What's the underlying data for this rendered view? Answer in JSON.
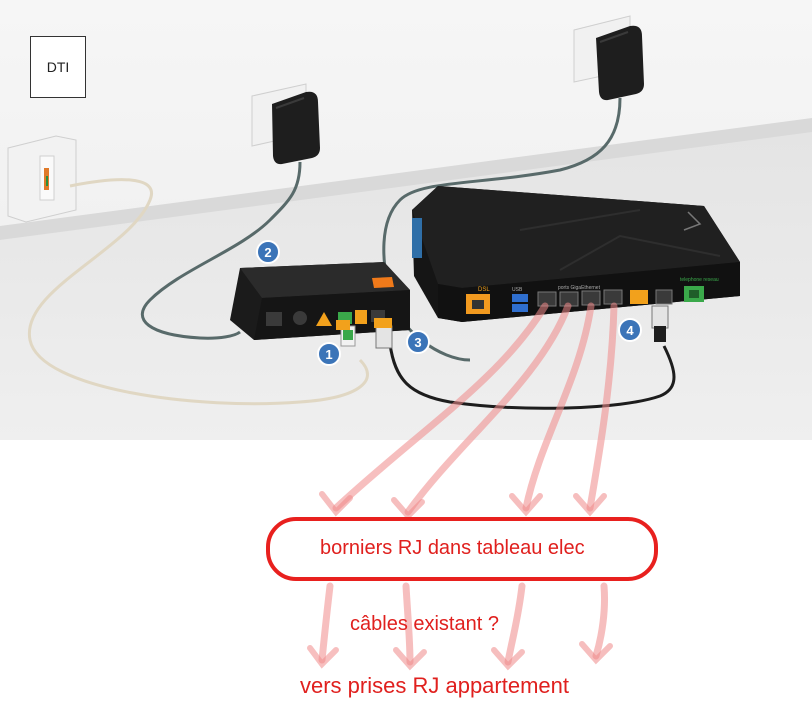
{
  "labels": {
    "dti": "DTI",
    "borniers": "borniers RJ dans tableau elec",
    "cables": "câbles existant ?",
    "prises": "vers prises RJ appartement"
  },
  "markers": [
    "1",
    "2",
    "3",
    "4"
  ],
  "device_labels": {
    "dsl": "DSL",
    "usb": "USB",
    "ethernet": "ports GigaEthernet",
    "telephone": "telephone reseau"
  },
  "colors": {
    "annotation": "#e0201e",
    "marker": "#3b74b8",
    "port_orange": "#f29a1f",
    "port_green": "#3aa84a"
  }
}
